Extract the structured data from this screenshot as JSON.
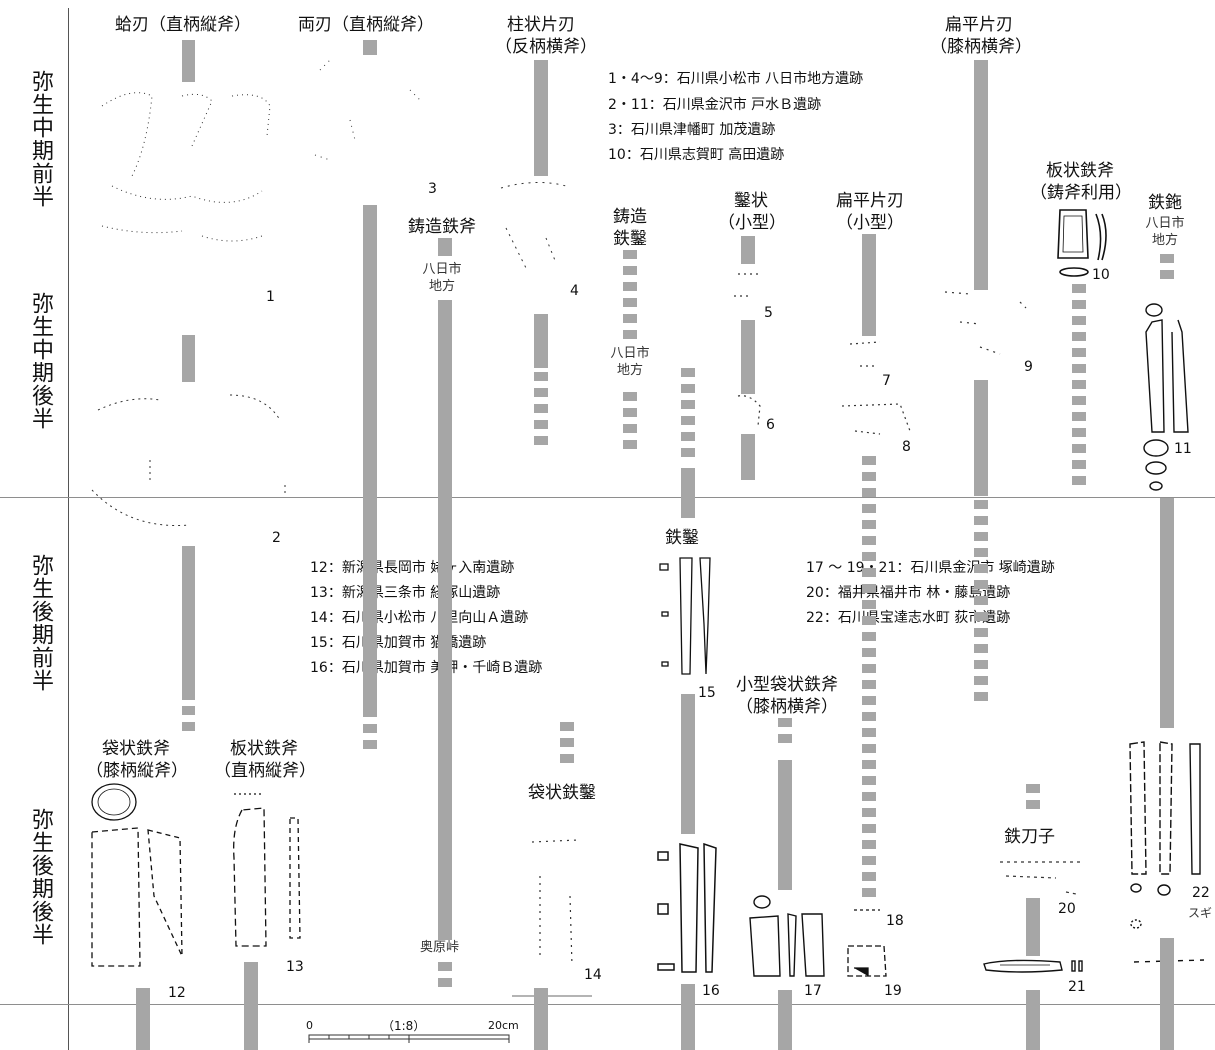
{
  "periods": [
    "弥生中期前半",
    "弥生中期後半",
    "弥生後期前半",
    "弥生後期後半"
  ],
  "headings": {
    "nokogiri": "蛤刃（直柄縦斧）",
    "moroha": "両刃（直柄縦斧）",
    "chujo": [
      "柱状片刃",
      "（反柄横斧）"
    ],
    "henpei_hiza": [
      "扁平片刃",
      "（膝柄横斧）"
    ],
    "chuzo_tetsuono": "鋳造鉄斧",
    "chuzo_tetsunomi": [
      "鋳造",
      "鉄鑿"
    ],
    "nomi_small": [
      "鑿状",
      "（小型）"
    ],
    "henpei_small": [
      "扁平片刃",
      "（小型）"
    ],
    "itajo_chufu": [
      "板状鉄斧",
      "（鋳斧利用）"
    ],
    "tetsuyari": "鉄鉇",
    "tetsunomi": "鉄鑿",
    "kogata_fukuro": [
      "小型袋状鉄斧",
      "（膝柄横斧）"
    ],
    "fukuro_tatefu": [
      "袋状鉄斧",
      "（膝柄縦斧）"
    ],
    "itajo_jikie": [
      "板状鉄斧",
      "（直柄縦斧）"
    ],
    "fukuro_nomi": "袋状鉄鑿",
    "tetsutosu": "鉄刀子"
  },
  "place_notes": {
    "yokaichi_a": [
      "八日市",
      "地方"
    ],
    "yokaichi_b": [
      "八日市",
      "地方"
    ],
    "yokaichi_c": [
      "八日市",
      "地方"
    ],
    "okuharatoge": "奥原峠",
    "sugi": "スギ"
  },
  "sites_legend_1": [
    "1・4～9：石川県小松市 八日市地方遺跡",
    "2・11：石川県金沢市 戸水Ｂ遺跡",
    "3：石川県津幡町 加茂遺跡",
    "10：石川県志賀町 高田遺跡"
  ],
  "sites_legend_2": [
    "12：新潟県長岡市 姥ヶ入南遺跡",
    "13：新潟県三条市 経塚山遺跡",
    "14：石川県小松市 八里向山Ａ遺跡",
    "15：石川県加賀市 猫橋遺跡",
    "16：石川県加賀市 美岬・千崎Ｂ遺跡"
  ],
  "sites_legend_3": [
    "17 ～ 19・21：石川県金沢市 塚崎遺跡",
    "20：福井県福井市 林・藤島遺跡",
    "22：石川県宝達志水町 荻市遺跡"
  ],
  "figure_numbers": [
    "1",
    "2",
    "3",
    "4",
    "5",
    "6",
    "7",
    "8",
    "9",
    "10",
    "11",
    "12",
    "13",
    "14",
    "15",
    "16",
    "17",
    "18",
    "19",
    "20",
    "21",
    "22"
  ],
  "scale": {
    "zero": "0",
    "ratio": "（1:8）",
    "end": "20cm"
  },
  "colors": {
    "bar": "#a6a6a6",
    "line": "#8e8e8e",
    "ink": "#111111"
  }
}
